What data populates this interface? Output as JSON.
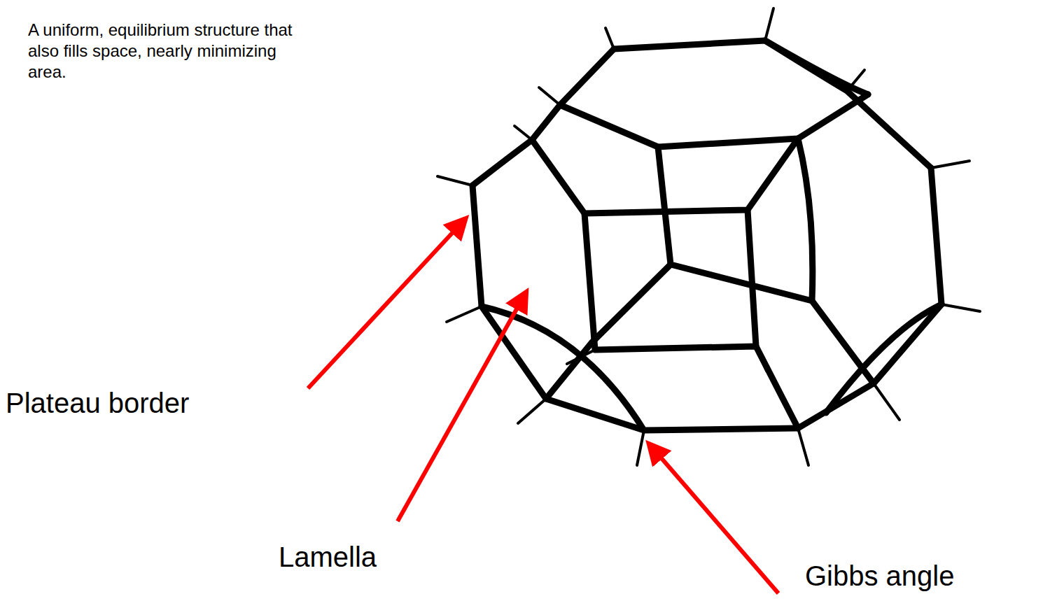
{
  "diagram": {
    "labels": [
      "A uniform, equilibrium structure that also fills space, nearly minimizing area.",
      "Plateau border",
      "Lamella",
      "Gibbs angle"
    ]
  }
}
